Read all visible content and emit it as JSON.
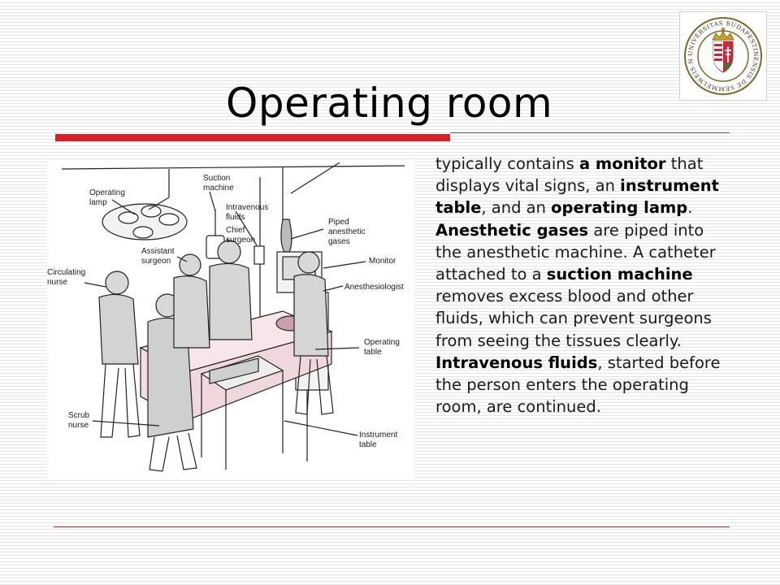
{
  "slide": {
    "title": "Operating room",
    "seal_text": "UNIVERSITAS BUDAPESTINENSIS DE SEMMELWEIS NOMINATA • 1769 •",
    "labels": {
      "operating_lamp": [
        "Operating",
        "lamp"
      ],
      "suction_machine": [
        "Suction",
        "machine"
      ],
      "intravenous_fluids": [
        "Intravenous",
        "fluids"
      ],
      "chief_surgeon": [
        "Chief",
        "surgeon"
      ],
      "piped_gases": [
        "Piped",
        "anesthetic",
        "gases"
      ],
      "assistant_surgeon": [
        "Assistant",
        "surgeon"
      ],
      "monitor": [
        "Monitor"
      ],
      "circulating_nurse": [
        "Circulating",
        "nurse"
      ],
      "anesthesiologist": [
        "Anesthesiologist"
      ],
      "operating_table": [
        "Operating",
        "table"
      ],
      "scrub_nurse": [
        "Scrub",
        "nurse"
      ],
      "instrument_table": [
        "Instrument",
        "table"
      ]
    },
    "body_segments": [
      {
        "text": "typically contains ",
        "bold": false
      },
      {
        "text": "a monitor",
        "bold": true
      },
      {
        "text": " that displays vital signs, an ",
        "bold": false
      },
      {
        "text": "instrument table",
        "bold": true
      },
      {
        "text": ", and an ",
        "bold": false
      },
      {
        "text": "operating lamp",
        "bold": true
      },
      {
        "text": ".",
        "bold": false
      },
      {
        "break": true
      },
      {
        "text": "Anesthetic gases",
        "bold": true
      },
      {
        "text": " are piped into the anesthetic machine. A catheter attached to a ",
        "bold": false
      },
      {
        "text": "suction machine",
        "bold": true
      },
      {
        "text": " removes excess blood and other fluids, which can prevent surgeons from seeing the tissues clearly.",
        "bold": false
      },
      {
        "break": true
      },
      {
        "text": "Intravenous fluids",
        "bold": true
      },
      {
        "text": ", started before the person enters the operating room, are continued.",
        "bold": false
      }
    ]
  }
}
